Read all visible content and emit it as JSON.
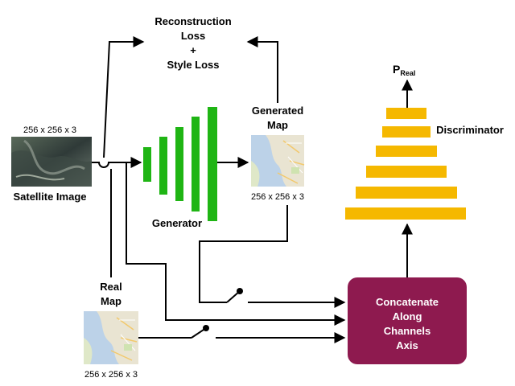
{
  "loss": {
    "line1": "Reconstruction",
    "line2": "Loss",
    "line3": "+",
    "line4": "Style Loss"
  },
  "satellite": {
    "dims": "256 x 256 x 3",
    "label": "Satellite Image"
  },
  "generator": {
    "label": "Generator"
  },
  "generated_map": {
    "line1": "Generated",
    "line2": "Map",
    "dims": "256 x 256 x 3"
  },
  "real_map": {
    "line1": "Real",
    "line2": "Map",
    "dims": "256 x 256 x 3"
  },
  "discriminator": {
    "label": "Discriminator",
    "output_main": "P",
    "output_sub": "Real"
  },
  "concat": {
    "line1": "Concatenate",
    "line2": "Along",
    "line3": "Channels",
    "line4": "Axis"
  },
  "colors": {
    "generator": "#1fb514",
    "discriminator": "#f5b800",
    "concat": "#8e1a4f",
    "line": "#000000"
  },
  "icons": [
    "satellite-image-thumbnail",
    "generated-map-thumbnail",
    "real-map-thumbnail",
    "switch-icon"
  ]
}
